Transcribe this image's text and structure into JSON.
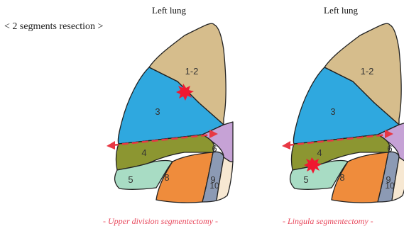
{
  "subtitle": "< 2 segments resection >",
  "colors": {
    "seg_1_2": "#d6bd8c",
    "seg_3": "#2fa8df",
    "seg_4": "#8c9631",
    "seg_5": "#a8dcc4",
    "seg_6": "#c6a2d6",
    "seg_8": "#ef8c3c",
    "seg_9": "#8c9ab4",
    "seg_10": "#f7e8d2",
    "arrow": "#e83844",
    "lesion": "#f01830",
    "caption": "#e8485c"
  },
  "diagrams": [
    {
      "heading": "Left lung",
      "caption": "- Upper division segmentectomy -",
      "lesion_segment": "1-2/3 border",
      "segments": [
        "1-2",
        "3",
        "4",
        "5",
        "6",
        "8",
        "9",
        "10"
      ]
    },
    {
      "heading": "Left lung",
      "caption": "- Lingula segmentectomy -",
      "lesion_segment": "4/5 border",
      "segments": [
        "1-2",
        "3",
        "4",
        "5",
        "6",
        "8",
        "9",
        "10"
      ]
    }
  ]
}
